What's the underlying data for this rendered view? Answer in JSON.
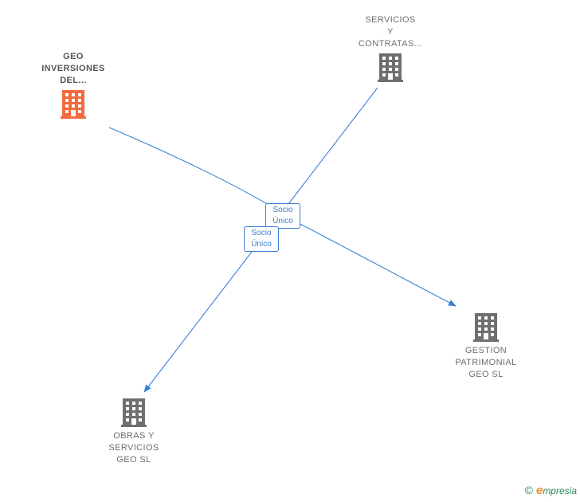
{
  "nodes": {
    "geo_inversiones": {
      "label": "GEO\nINVERSIONES\nDEL...",
      "color": "#f26a3d",
      "icon": "building-icon"
    },
    "servicios_contratas": {
      "label": "SERVICIOS\nY\nCONTRATAS...",
      "color": "#6f6f6f",
      "icon": "building-icon"
    },
    "gestion_patrimonial": {
      "label": "GESTION\nPATRIMONIAL\nGEO SL",
      "color": "#6f6f6f",
      "icon": "building-icon"
    },
    "obras_servicios": {
      "label": "OBRAS Y\nSERVICIOS\nGEO SL",
      "color": "#6f6f6f",
      "icon": "building-icon"
    }
  },
  "edges": [
    {
      "from": "geo_inversiones",
      "to": "gestion_patrimonial",
      "label": "Socio\nÚnico"
    },
    {
      "from": "servicios_contratas",
      "to": "obras_servicios",
      "label": "Socio\nÚnico"
    }
  ],
  "edge_color": "#3a7fd5",
  "footer": {
    "copyright": "©",
    "brand_initial": "e",
    "brand_rest": "mpresia"
  }
}
